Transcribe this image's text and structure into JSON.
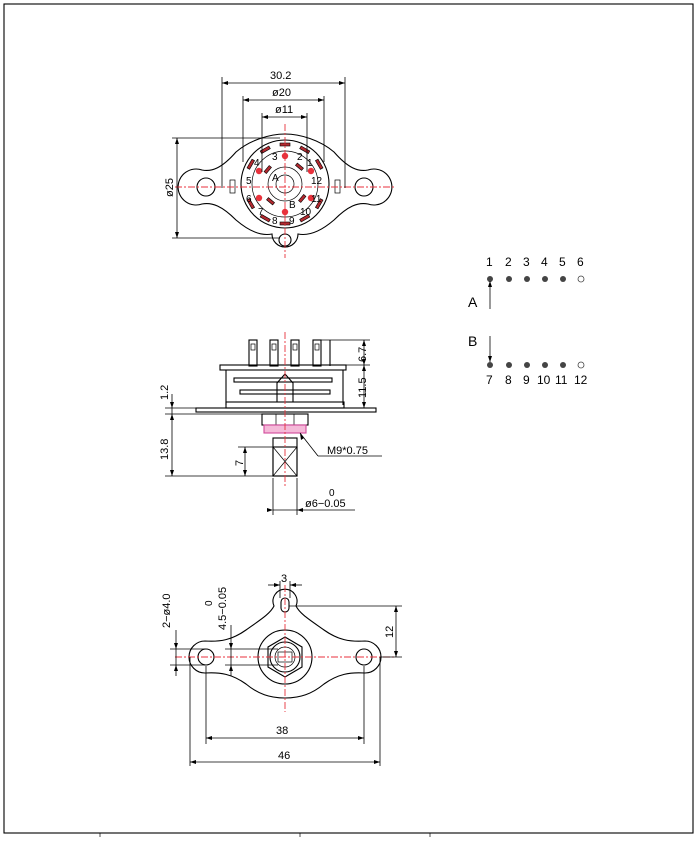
{
  "top_view": {
    "dim_width": "30.2",
    "dim_d20": "ø20",
    "dim_d11": "ø11",
    "dim_d25": "ø25",
    "pin_labels": [
      "1",
      "2",
      "3",
      "4",
      "5",
      "6",
      "7",
      "8",
      "9",
      "10",
      "11",
      "12"
    ],
    "rotor_A": "A",
    "rotor_B": "B"
  },
  "side_view": {
    "dim_6_7": "6.7",
    "dim_11_5": "11.5",
    "dim_1_2": "1.2",
    "dim_13_8": "13.8",
    "dim_7": "7",
    "thread": "M9*0.75",
    "shaft_tol": "0",
    "shaft_dia": "ø6−0.05"
  },
  "bottom_view": {
    "dim_3": "3",
    "dim_hole": "2−ø4.0",
    "dim_flat_tol": "0",
    "dim_flat": "4.5−0.05",
    "dim_12": "12",
    "dim_38": "38",
    "dim_46": "46"
  },
  "legend": {
    "row_a_numbers": [
      "1",
      "2",
      "3",
      "4",
      "5",
      "6"
    ],
    "row_b_numbers": [
      "7",
      "8",
      "9",
      "10",
      "11",
      "12"
    ],
    "label_a": "A",
    "label_b": "B"
  },
  "colors": {
    "pin": "#e8323c",
    "centerline": "#e8323c",
    "slot": "#b32a30"
  }
}
